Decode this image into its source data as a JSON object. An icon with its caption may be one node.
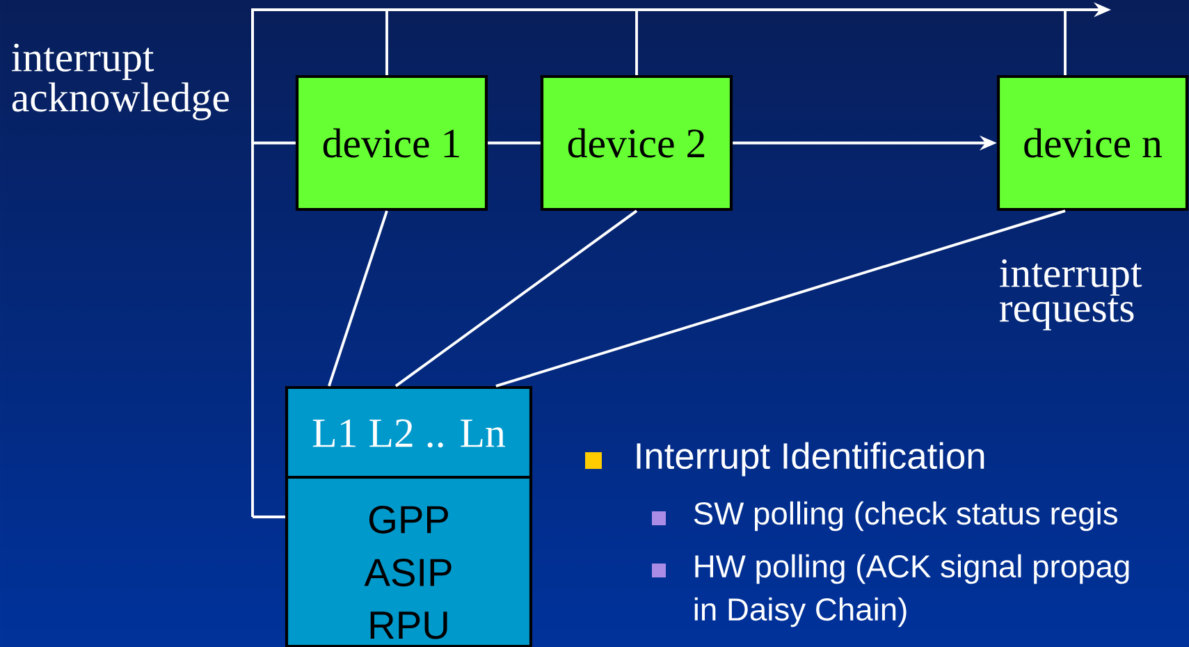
{
  "diagram": {
    "nodes": [
      {
        "text": [
          "device 1"
        ]
      },
      {
        "text": [
          "device 2"
        ]
      },
      {
        "text": [
          "device n"
        ]
      },
      {
        "text": [
          "L1 L2 .. Ln",
          "GPP",
          "ASIP",
          "RPU"
        ]
      }
    ],
    "edges": [
      {
        "from": 0,
        "to": 1,
        "arrow": "none"
      },
      {
        "from": 1,
        "to": 2,
        "arrow": "to"
      },
      {
        "from": 0,
        "to": 3,
        "arrow": "none"
      },
      {
        "from": 1,
        "to": 3,
        "arrow": "none"
      },
      {
        "from": 2,
        "to": 3,
        "arrow": "none"
      },
      {
        "from": 3,
        "to": 0,
        "arrow": "none"
      },
      {
        "from": 3,
        "to": 1,
        "arrow": "none"
      },
      {
        "from": 3,
        "to": 2,
        "arrow": "none"
      },
      {
        "from": 3,
        "to": null,
        "arrow": "to"
      }
    ],
    "labels": [
      "interrupt acknowledge",
      "interrupt requests",
      "Interrupt Identification",
      "SW polling (check status regis",
      "HW polling (ACK signal propag",
      "in Daisy Chain)"
    ]
  }
}
